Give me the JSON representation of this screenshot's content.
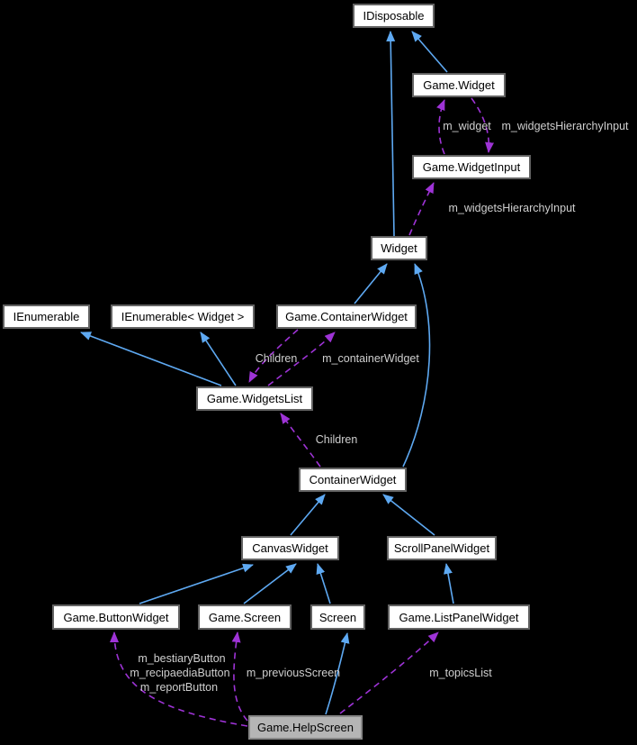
{
  "nodes": {
    "idisposable": {
      "label": "IDisposable"
    },
    "game_widget": {
      "label": "Game.Widget"
    },
    "game_widgetinput": {
      "label": "Game.WidgetInput"
    },
    "widget": {
      "label": "Widget"
    },
    "ienumerable": {
      "label": "IEnumerable"
    },
    "ienumerable_widget": {
      "label": "IEnumerable< Widget >"
    },
    "game_containerwidget": {
      "label": "Game.ContainerWidget"
    },
    "game_widgetslist": {
      "label": "Game.WidgetsList"
    },
    "containerwidget": {
      "label": "ContainerWidget"
    },
    "canvaswidget": {
      "label": "CanvasWidget"
    },
    "scrollpanelwidget": {
      "label": "ScrollPanelWidget"
    },
    "game_buttonwidget": {
      "label": "Game.ButtonWidget"
    },
    "game_screen": {
      "label": "Game.Screen"
    },
    "screen": {
      "label": "Screen"
    },
    "game_listpanelwidget": {
      "label": "Game.ListPanelWidget"
    },
    "game_helpscreen": {
      "label": "Game.HelpScreen"
    }
  },
  "edge_labels": {
    "m_widget": "m_widget",
    "m_widgetsHierarchyInput_top": "m_widgetsHierarchyInput",
    "m_widgetsHierarchyInput_mid": "m_widgetsHierarchyInput",
    "children_top": "Children",
    "m_containerWidget": "m_containerWidget",
    "children_bottom": "Children",
    "m_bestiaryButton": "m_bestiaryButton",
    "m_recipaediaButton": "m_recipaediaButton",
    "m_reportButton": "m_reportButton",
    "m_previousScreen": "m_previousScreen",
    "m_topicsList": "m_topicsList"
  },
  "colors": {
    "background": "#000000",
    "inheritance_edge": "#5ea9f2",
    "usage_edge": "#9e33d6",
    "node_fill": "#ffffff",
    "node_border": "#636363",
    "node_text": "#000000",
    "highlight_fill": "#b5b5b5",
    "highlight_border": "#878787",
    "edge_label_color": "#cfcfcf"
  }
}
